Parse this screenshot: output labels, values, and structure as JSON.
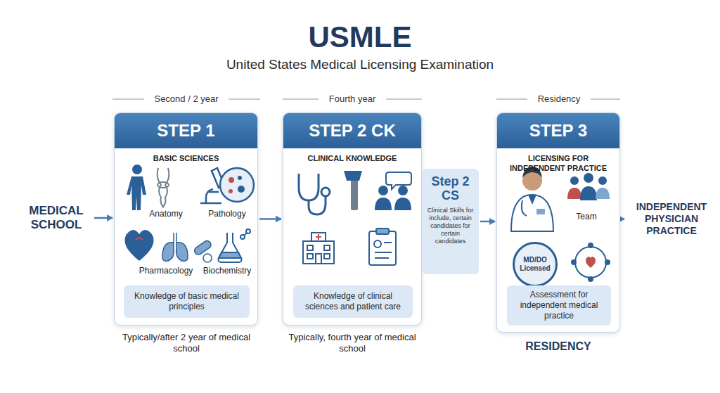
{
  "diagram": {
    "title": "USMLE",
    "nodes": [
      {
        "text": [
          "MEDICAL SCHOOL"
        ]
      },
      {
        "text": [
          "STEP 1",
          "BASIC SCIENCES"
        ]
      },
      {
        "text": [
          "Knowledge of basic medical principles"
        ],
        "in": 1
      },
      {
        "text": [
          "STEP 2 CK",
          "CLINICAL KNOWLEDGE"
        ]
      },
      {
        "text": [
          "Knowledge of clinical sciences and patient care"
        ],
        "in": 3
      },
      {
        "text": [
          "Step 2 CS",
          "Clinical Skills for include, certain candidates for certain candidates"
        ]
      },
      {
        "text": [
          "STEP 3",
          "LICENSING FOR INDEPENDENT PRACTICE"
        ]
      },
      {
        "text": [
          "MD/DO Licensed"
        ],
        "in": 6
      },
      {
        "text": [
          "Assessment for independent medical practice"
        ],
        "in": 6
      },
      {
        "text": [
          "INDEPENDENT PHYSICIAN PRACTICE"
        ]
      }
    ],
    "edges": [
      {
        "from": 0,
        "to": 1,
        "arrow": "to"
      },
      {
        "from": 1,
        "to": 3,
        "arrow": "to"
      },
      {
        "from": 5,
        "to": 6,
        "arrow": "to"
      },
      {
        "from": 6,
        "to": 9,
        "arrow": "to"
      }
    ],
    "labels": [
      "United States Medical Licensing Examination",
      "Second / 2 year",
      "Fourth year",
      "Residency",
      "Anatomy",
      "Pathology",
      "Pharmacology",
      "Biochemistry",
      "Team",
      "Typically/after 2 year of medical school",
      "Typically, fourth year of medical school",
      "RESIDENCY"
    ]
  }
}
